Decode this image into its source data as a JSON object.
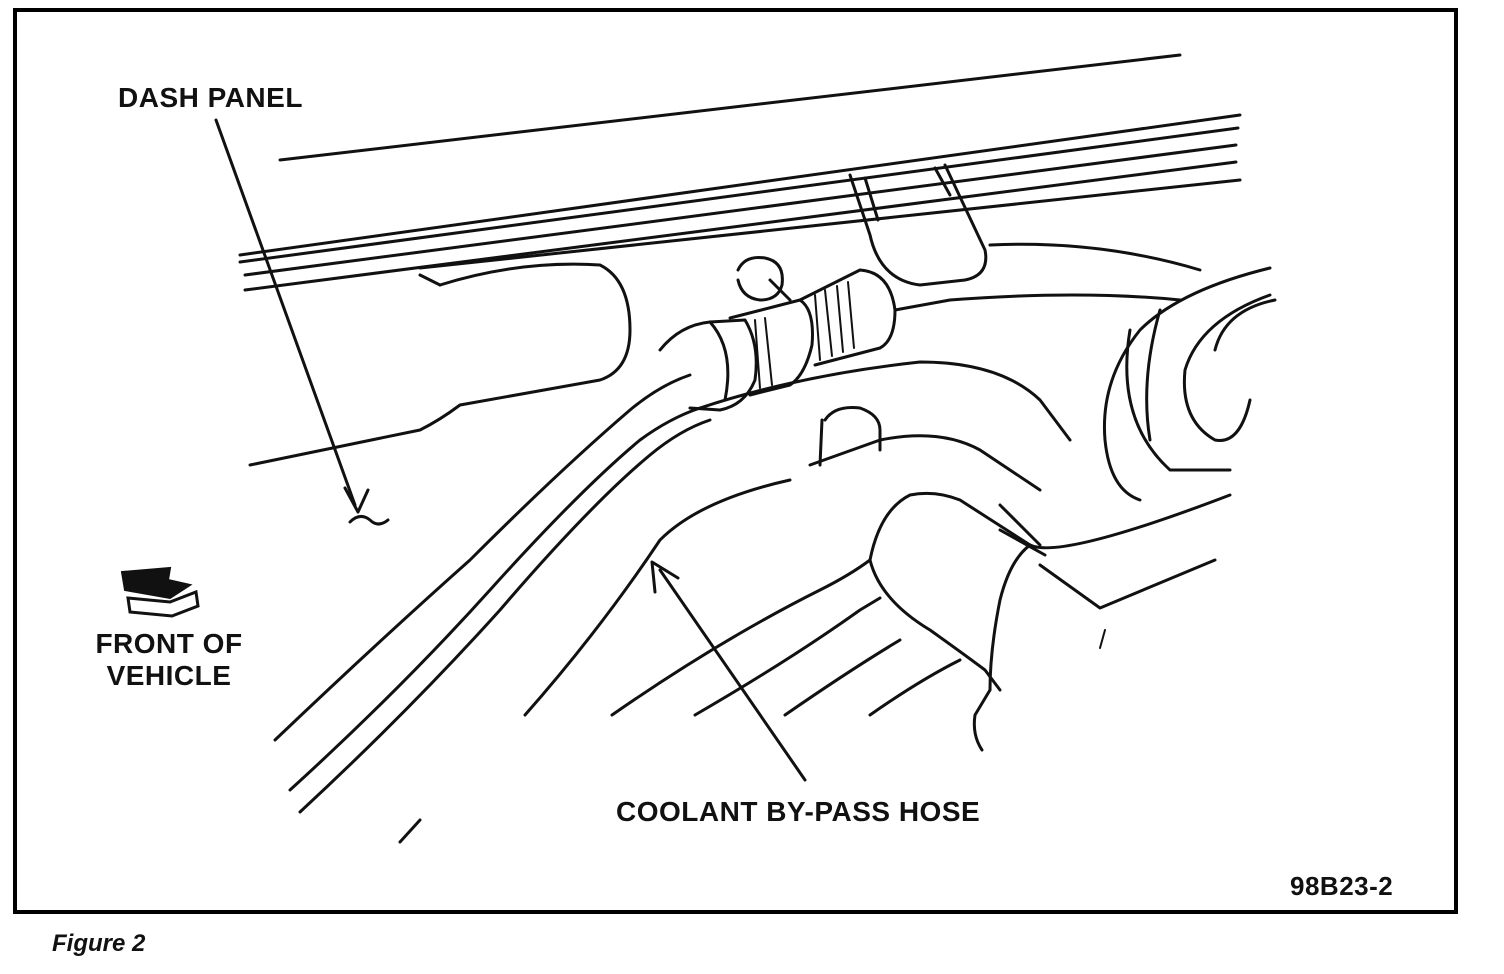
{
  "labels": {
    "dash_panel": "DASH PANEL",
    "front_line1": "FRONT OF",
    "front_line2": "VEHICLE",
    "coolant_hose": "COOLANT BY-PASS HOSE",
    "figure_code": "98B23-2"
  },
  "caption": "Figure 2",
  "colors": {
    "ink": "#111111",
    "paper": "#ffffff"
  },
  "icons": {
    "front_arrow": "front-arrow-icon"
  }
}
